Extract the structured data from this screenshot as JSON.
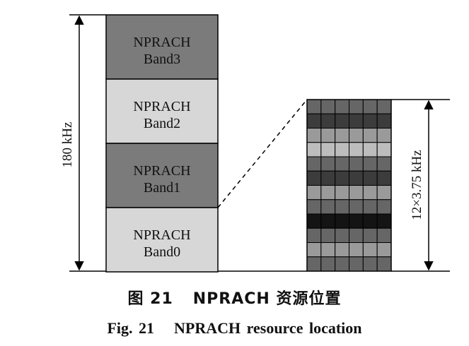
{
  "bands": [
    {
      "line1": "NPRACH",
      "line2": "Band3",
      "fill": "#7b7b7b"
    },
    {
      "line1": "NPRACH",
      "line2": "Band2",
      "fill": "#d7d7d7"
    },
    {
      "line1": "NPRACH",
      "line2": "Band1",
      "fill": "#7b7b7b"
    },
    {
      "line1": "NPRACH",
      "line2": "Band0",
      "fill": "#d7d7d7"
    }
  ],
  "left_dimension_label": "180 kHz",
  "right_dimension_label": "12×3.75 kHz",
  "grid": {
    "cols": 6,
    "row_fills": [
      "#666666",
      "#3c3c3c",
      "#9a9a9a",
      "#bdbdbd",
      "#666666",
      "#3c3c3c",
      "#9a9a9a",
      "#666666",
      "#141414",
      "#666666",
      "#9a9a9a",
      "#666666"
    ]
  },
  "caption": {
    "cn_fig": "图 21",
    "cn_title": "NPRACH 资源位置",
    "en_fig": "Fig. 21",
    "en_title": "NPRACH resource location"
  }
}
